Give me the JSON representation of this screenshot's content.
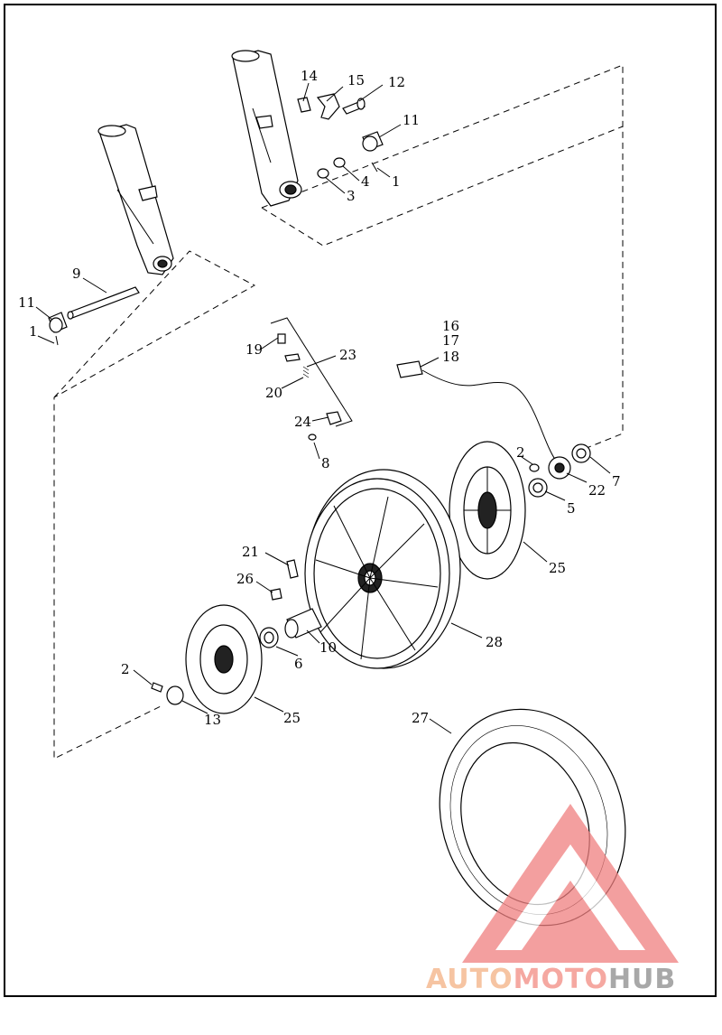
{
  "callouts": {
    "c1a": "1",
    "c1b": "1",
    "c2a": "2",
    "c2b": "2",
    "c3": "3",
    "c4": "4",
    "c5": "5",
    "c6": "6",
    "c7": "7",
    "c8": "8",
    "c9": "9",
    "c10": "10",
    "c11a": "11",
    "c11b": "11",
    "c12": "12",
    "c13": "13",
    "c14": "14",
    "c15": "15",
    "c16": "16",
    "c17": "17",
    "c18": "18",
    "c19": "19",
    "c20": "20",
    "c21": "21",
    "c22": "22",
    "c23": "23",
    "c24": "24",
    "c25a": "25",
    "c25b": "25",
    "c26": "26",
    "c27": "27",
    "c28": "28"
  },
  "watermark": {
    "part1": "AUTO",
    "part2": "MOTO",
    "part3": "HUB",
    "color_auto": "#f4b183",
    "color_moto": "#f28b82",
    "color_hub": "#8c8c8c",
    "triangle_color": "#f08080"
  }
}
